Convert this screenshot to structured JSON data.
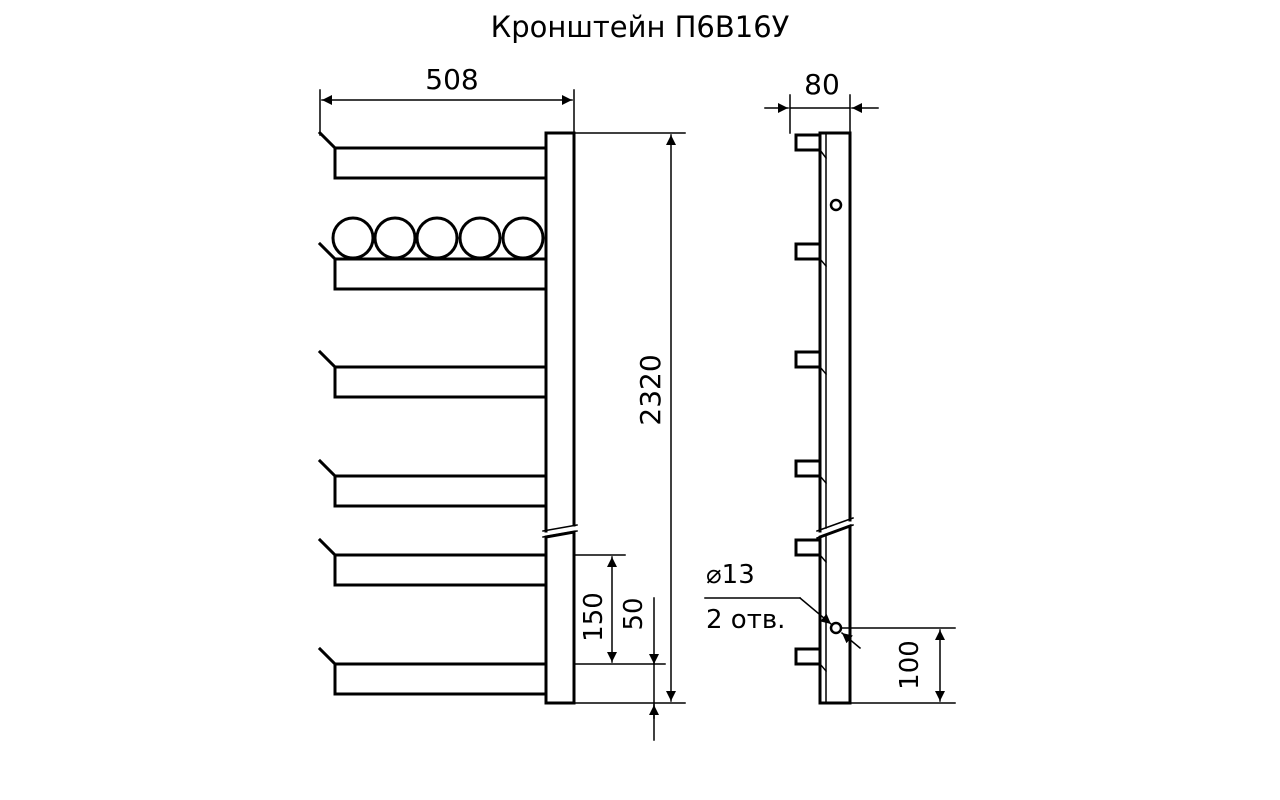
{
  "title": "Кронштейн П6В16У",
  "dimensions": {
    "width": "508",
    "height": "2320",
    "depth": "80",
    "spacing_150": "150",
    "offset_50": "50",
    "hole_diameter": "⌀13",
    "hole_count": "2 отв.",
    "hole_offset": "100"
  },
  "colors": {
    "line": "#000000",
    "background": "#ffffff"
  }
}
